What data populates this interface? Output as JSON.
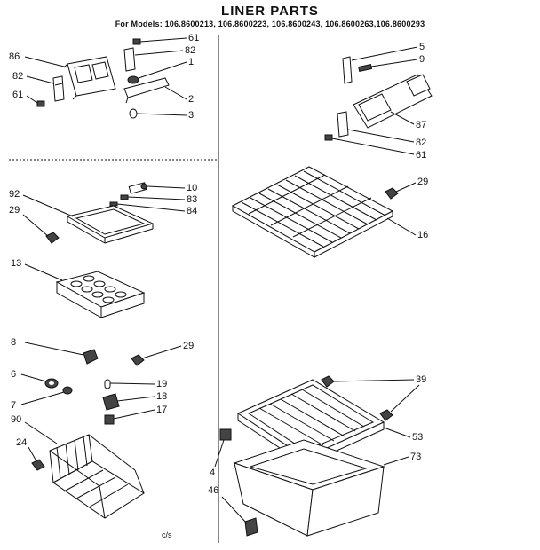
{
  "title": "LINER PARTS",
  "subtitle": "For Models: 106.8600213, 106.8600223, 106.8600243, 106.8600263,106.8600293",
  "footer": "c/s",
  "callouts": {
    "p86": "86",
    "p82a": "82",
    "p61a": "61",
    "p61b": "61",
    "p82b": "82",
    "p1": "1",
    "p2": "2",
    "p3": "3",
    "p5": "5",
    "p9": "9",
    "p87": "87",
    "p82c": "82",
    "p61c": "61",
    "p10": "10",
    "p83": "83",
    "p84": "84",
    "p92": "92",
    "p29a": "29",
    "p13": "13",
    "p29b": "29",
    "p16": "16",
    "p8": "8",
    "p29c": "29",
    "p6": "6",
    "p7": "7",
    "p19": "19",
    "p18": "18",
    "p17": "17",
    "p90": "90",
    "p24": "24",
    "p39": "39",
    "p53": "53",
    "p73": "73",
    "p4": "4",
    "p46": "46"
  }
}
